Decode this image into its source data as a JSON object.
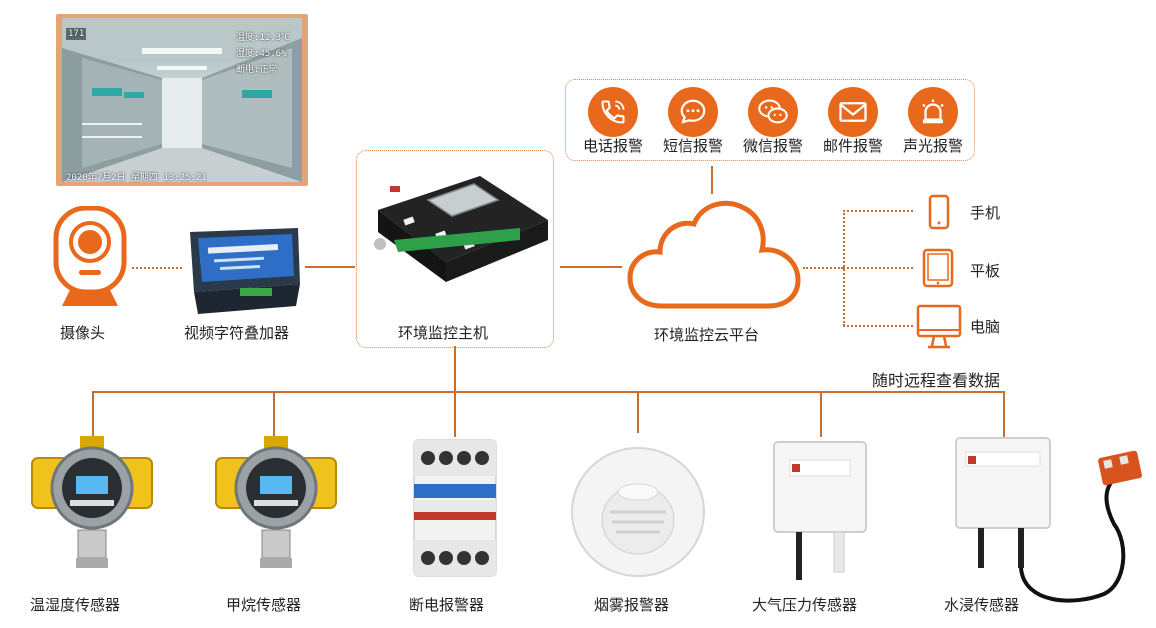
{
  "camera_overlay": {
    "temperature": "温度:12.3℃",
    "humidity": "湿度:45.6%",
    "power": "断电:正常",
    "timestamp": "2020年7月2日 星期四 13:25:21",
    "room_number": "171"
  },
  "alerts": [
    {
      "label": "电话报警",
      "icon": "phone-icon"
    },
    {
      "label": "短信报警",
      "icon": "sms-icon"
    },
    {
      "label": "微信报警",
      "icon": "wechat-icon"
    },
    {
      "label": "邮件报警",
      "icon": "mail-icon"
    },
    {
      "label": "声光报警",
      "icon": "siren-icon"
    }
  ],
  "left_chain": {
    "camera_label": "摄像头",
    "overlay_label": "视频字符叠加器",
    "host_label": "环境监控主机"
  },
  "cloud_label": "环境监控云平台",
  "clients": [
    {
      "label": "手机",
      "icon": "phone-device-icon"
    },
    {
      "label": "平板",
      "icon": "tablet-icon"
    },
    {
      "label": "电脑",
      "icon": "computer-icon"
    }
  ],
  "remote_caption": "随时远程查看数据",
  "sensors": [
    {
      "label": "温湿度传感器"
    },
    {
      "label": "甲烷传感器"
    },
    {
      "label": "断电报警器"
    },
    {
      "label": "烟雾报警器"
    },
    {
      "label": "大气压力传感器"
    },
    {
      "label": "水浸传感器"
    }
  ],
  "colors": {
    "accent": "#e8681c",
    "line": "#c86f2e"
  }
}
